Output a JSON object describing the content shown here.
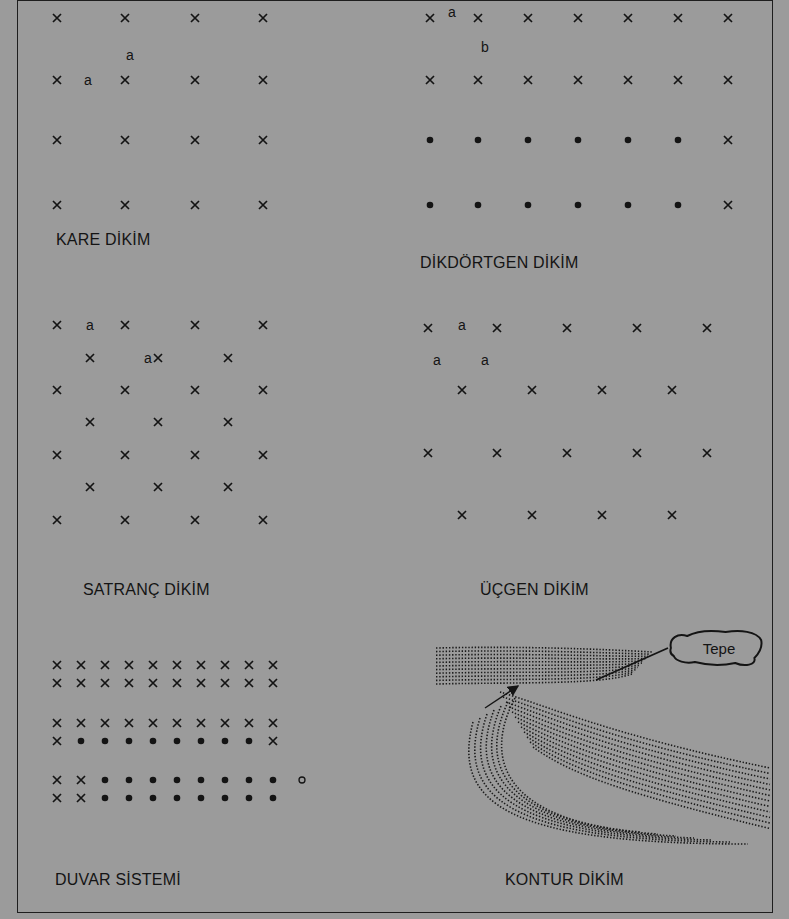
{
  "diagram": {
    "nodes": [
      {
        "text": [
          "Tepe"
        ]
      }
    ],
    "labels": [
      "a",
      "a",
      "KARE DİKİM",
      "a",
      "b",
      "DİKDÖRTGEN DİKİM",
      "a",
      "a",
      "SATRANÇ DİKİM",
      "a",
      "a",
      "a",
      "ÜÇGEN DİKİM",
      "DUVAR SİSTEMİ",
      "KONTUR DİKİM"
    ]
  }
}
